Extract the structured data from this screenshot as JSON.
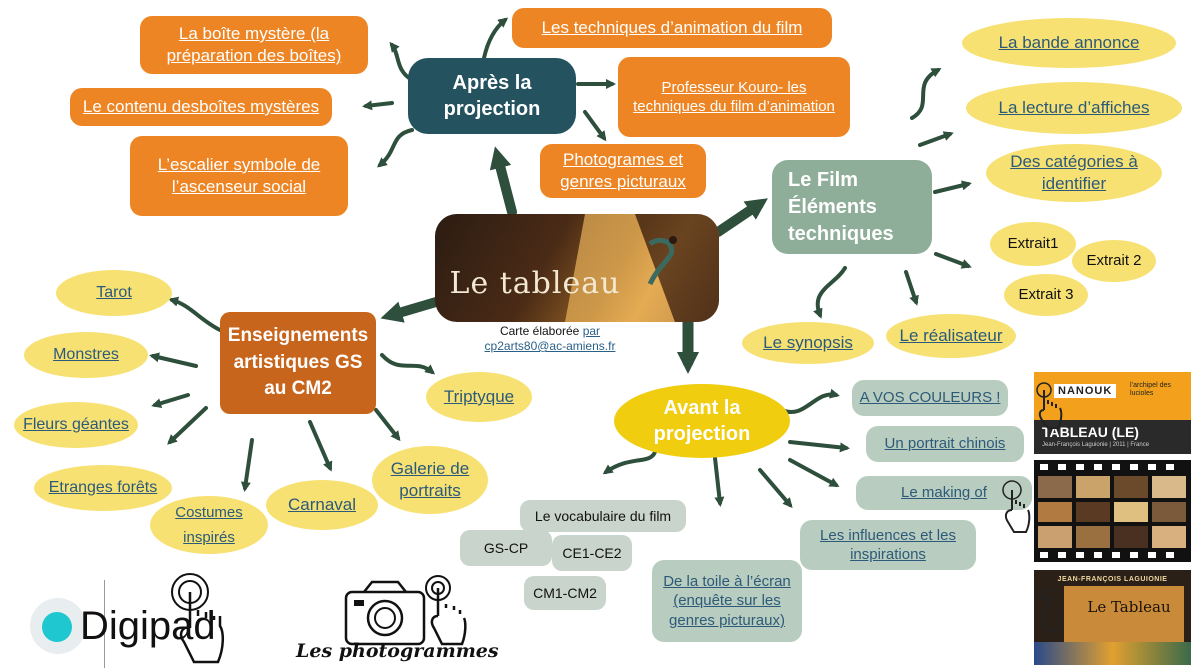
{
  "center": {
    "title": "Le tableau"
  },
  "credit": {
    "line1": "Carte élaborée ",
    "par": "par",
    "email": "cp2arts80@ac-amiens.fr"
  },
  "apres": {
    "hub": "Après la projection",
    "boite": "La boîte mystère (la préparation des boîtes)",
    "techniques": "Les techniques d’animation du film",
    "contenu": "Le contenu desboîtes mystères",
    "kouro": "Professeur Kouro- les techniques du film d’animation",
    "escalier": "L’escalier symbole de l’ascenseur social",
    "photogrammes": "Photogrames et genres picturaux"
  },
  "film": {
    "hub": "Le Film Éléments techniques",
    "bande": "La bande annonce",
    "affiches": "La lecture d’affiches",
    "categories": "Des catégories à identifier",
    "extrait1": "Extrait1",
    "extrait2": "Extrait 2",
    "extrait3": "Extrait 3",
    "synopsis": "Le synopsis",
    "realisateur": "Le réalisateur"
  },
  "arts": {
    "hub": "Enseignements artistiques GS au CM2",
    "tarot": "Tarot",
    "monstres": "Monstres",
    "fleurs": "Fleurs géantes",
    "forets": "Etranges forêts",
    "costumes": "Costumes inspirés",
    "carnaval": "Carnaval",
    "galerie": "Galerie de portraits",
    "triptyque": "Triptyque"
  },
  "avant": {
    "hub": "Avant la projection",
    "couleurs": "A VOS COULEURS !",
    "portrait": "Un portrait chinois",
    "making": "Le making of",
    "influences": "Les influences et les inspirations",
    "toile": "De la toile à l’écran (enquête sur les genres picturaux)",
    "vocabulaire": "Le vocabulaire  du film",
    "gscp": "GS-CP",
    "ce1ce2": "CE1-CE2",
    "cm1cm2": "CM1-CM2"
  },
  "logos": {
    "digipad": "Digipad",
    "photogrammes": "Les photogrammes",
    "nanouk": "NANOUK",
    "archipel": "l’archipel des lucioles",
    "poster_title": "TABLEAU (LE)",
    "poster_sub": "Jean-François Laguionie | 2011 | France",
    "dvd_author": "JEAN-FRANÇOIS LAGUIONIE",
    "dvd_title": "Le Tableau"
  },
  "colors": {
    "orange": "#ee8524",
    "teal": "#24525e",
    "sage": "#8fae99",
    "rust": "#c8651c",
    "yellow_hub": "#f1cd10",
    "bubble": "#f7e172",
    "arrow": "#2d4f3b"
  }
}
